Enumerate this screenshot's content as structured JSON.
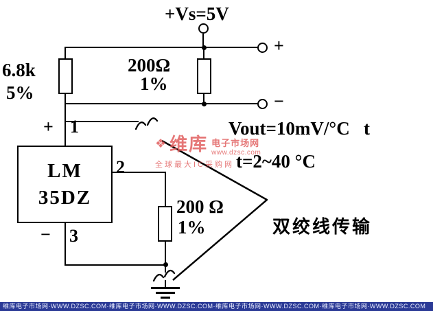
{
  "power_label": "+Vs=5V",
  "output_terminals": {
    "plus": "+",
    "minus": "−"
  },
  "r1": {
    "value": "6.8k",
    "tol": "5%"
  },
  "r2": {
    "value": "200Ω",
    "tol": "1%"
  },
  "r3": {
    "value": "200 Ω",
    "tol": "1%"
  },
  "ic": {
    "line1": "LM",
    "line2": "35DZ"
  },
  "pins": {
    "p1_sign": "+",
    "p1": "1",
    "p2": "2",
    "p3_sign": "−",
    "p3": "3"
  },
  "annotations": {
    "vout": "Vout=10mV/°C   t",
    "temp_range": "t=2~40 °C",
    "cable": "双绞线传输"
  },
  "watermark": {
    "brand": "维库",
    "site": "电子市场网",
    "url": "www.dzsc.com",
    "slogan": "全球最大IC采购网"
  },
  "footer": {
    "text": "维库电子市场网·WWW.DZSC.COM·维库电子市场网·WWW.DZSC.COM·维库电子市场网·WWW.DZSC.COM·维库电子市场网·WWW.DZSC.COM"
  },
  "colors": {
    "wire": "#000000",
    "watermark": "#e05a5a",
    "footer_bg": "#2b3a96"
  }
}
